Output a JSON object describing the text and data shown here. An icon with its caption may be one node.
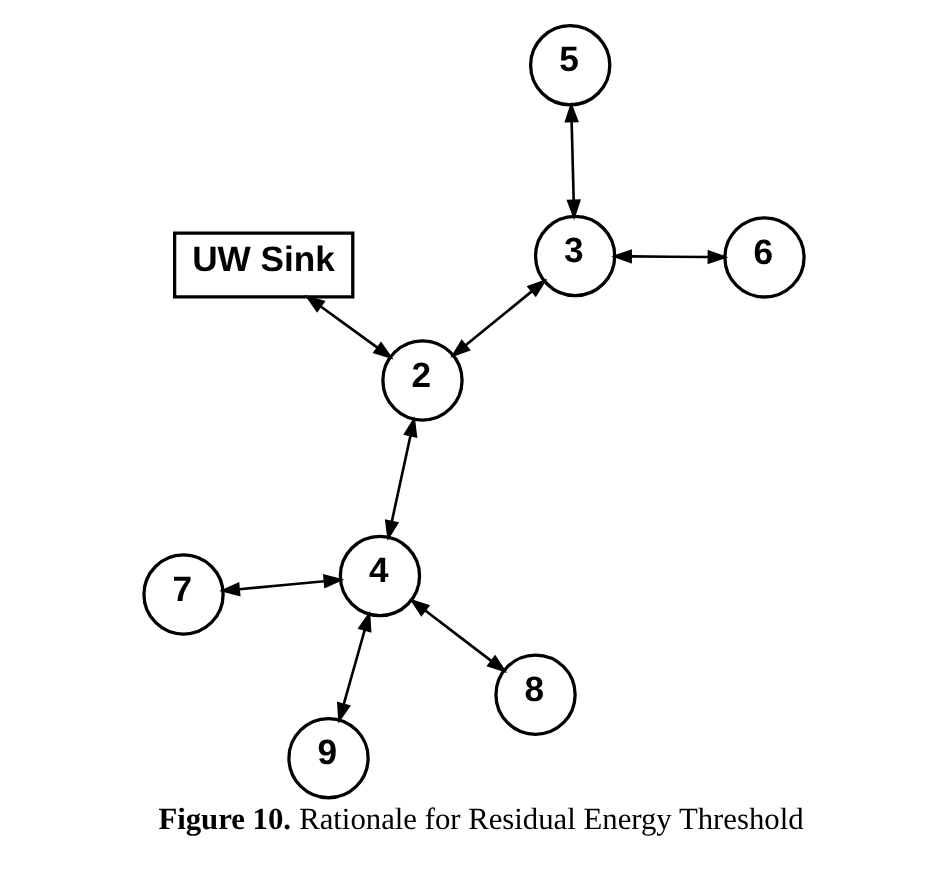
{
  "diagram": {
    "caption": "**Figure 10.** Rationale for Residual Energy Threshold",
    "nodes": [
      {
        "text": [
          "5"
        ]
      },
      {
        "text": [
          "6"
        ]
      },
      {
        "text": [
          "3"
        ]
      },
      {
        "text": [
          "2"
        ]
      },
      {
        "text": [
          "UW Sink"
        ]
      },
      {
        "text": [
          "7"
        ]
      },
      {
        "text": [
          "4"
        ]
      },
      {
        "text": [
          "8"
        ]
      },
      {
        "text": [
          "9"
        ]
      }
    ],
    "edges": [
      {
        "from": 0,
        "to": 2,
        "arrow": "both"
      },
      {
        "from": 1,
        "to": 2,
        "arrow": "both"
      },
      {
        "from": 2,
        "to": 3,
        "arrow": "both"
      },
      {
        "from": 3,
        "to": 4,
        "arrow": "both"
      },
      {
        "from": 5,
        "to": 6,
        "arrow": "both"
      },
      {
        "from": 3,
        "to": 6,
        "arrow": "both"
      },
      {
        "from": 7,
        "to": 6,
        "arrow": "both"
      },
      {
        "from": 6,
        "to": 8,
        "arrow": "both"
      }
    ]
  }
}
